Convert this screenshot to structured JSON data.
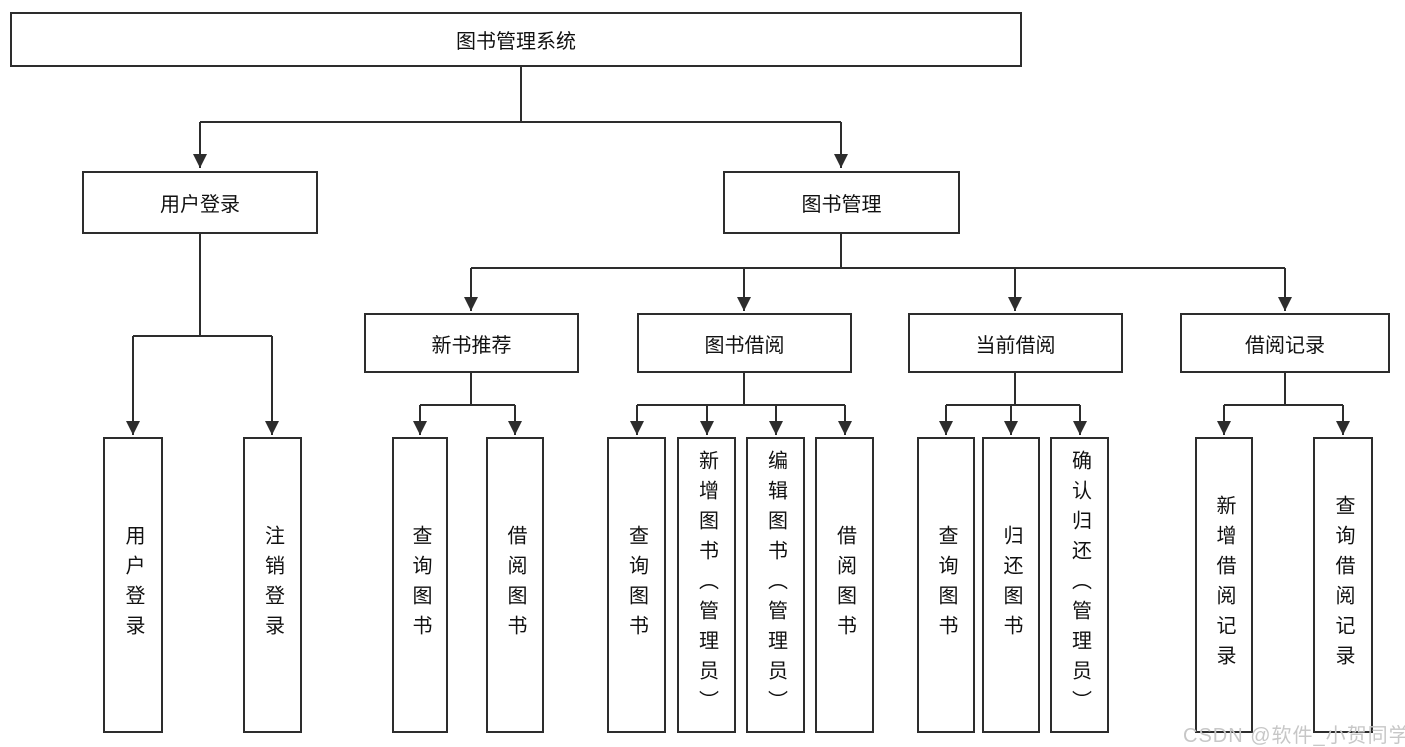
{
  "diagram": {
    "root": {
      "label": "图书管理系统"
    },
    "level2": [
      {
        "label": "用户登录",
        "children": [
          {
            "label": "用户登录"
          },
          {
            "label": "注销登录"
          }
        ]
      },
      {
        "label": "图书管理",
        "children": [
          {
            "label": "新书推荐",
            "children": [
              {
                "label": "查询图书"
              },
              {
                "label": "借阅图书"
              }
            ]
          },
          {
            "label": "图书借阅",
            "children": [
              {
                "label": "查询图书"
              },
              {
                "label": "新增图书（管理员）"
              },
              {
                "label": "编辑图书（管理员）"
              },
              {
                "label": "借阅图书"
              }
            ]
          },
          {
            "label": "当前借阅",
            "children": [
              {
                "label": "查询图书"
              },
              {
                "label": "归还图书"
              },
              {
                "label": "确认归还（管理员）"
              }
            ]
          },
          {
            "label": "借阅记录",
            "children": [
              {
                "label": "新增借阅记录"
              },
              {
                "label": "查询借阅记录"
              }
            ]
          }
        ]
      }
    ]
  },
  "watermark": {
    "text": "CSDN @软件_小贺同学"
  },
  "colors": {
    "line": "#2d2d2d",
    "border": "#2d2d2d",
    "text": "#111111",
    "watermark": "#c7c7c7",
    "background": "#ffffff"
  }
}
